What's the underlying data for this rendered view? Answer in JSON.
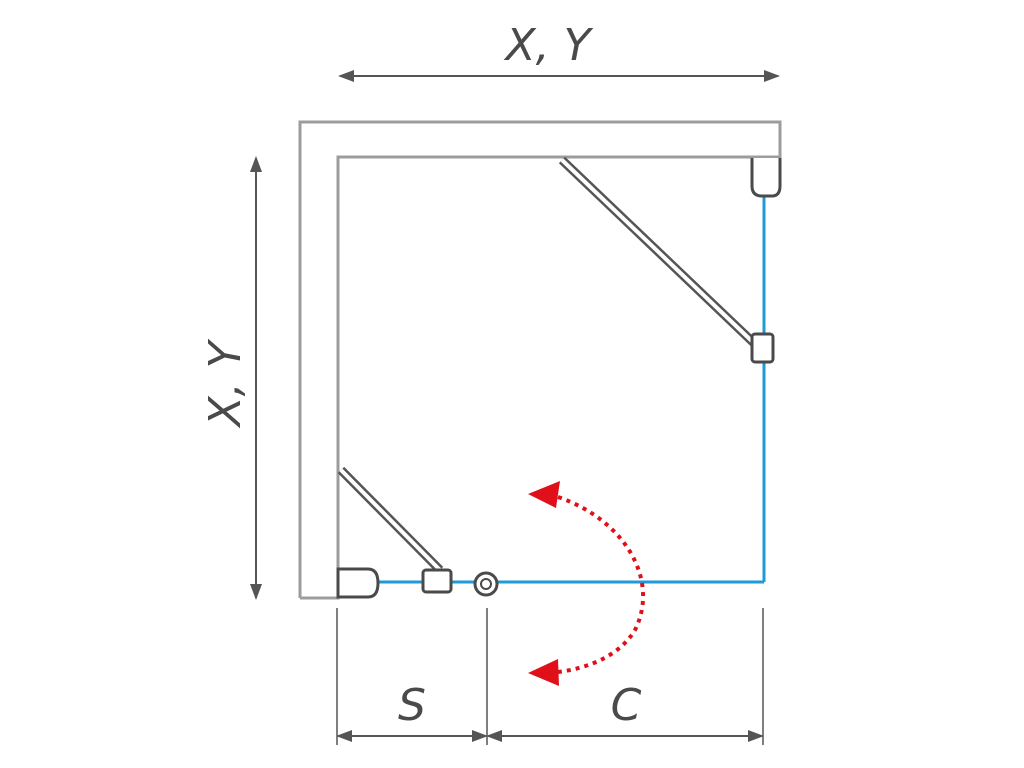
{
  "labels": {
    "top_dimension": "X, Y",
    "left_dimension": "X, Y",
    "bottom_left_dimension": "S",
    "bottom_right_dimension": "C"
  },
  "colors": {
    "wall_outline": "#9c9c9c",
    "glass_line": "#1f9ad6",
    "hinge_outline": "#4a4a4a",
    "dimension_line": "#555555",
    "swing_arrow": "#e0101a",
    "label_text": "#4a4a4a"
  },
  "icons": {
    "swing_direction": "double-headed-curved-arrow",
    "door_pivot": "concentric-circle"
  }
}
